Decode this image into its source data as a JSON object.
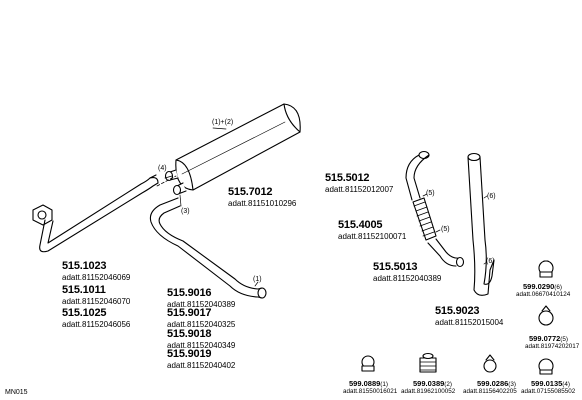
{
  "diagram_code": "MN015",
  "callouts": {
    "c1_2": "(1)+(2)",
    "c4": "(4)",
    "c3": "(3)",
    "c1": "(1)",
    "c5a": "(5)",
    "c5b": "(5)",
    "c6a": "(6)",
    "c6b": "(6)"
  },
  "parts": [
    {
      "id": "p5157012",
      "number": "515.7012",
      "adatt": "adatt.81151010296"
    },
    {
      "id": "p5151023",
      "number": "515.1023",
      "adatt": "adatt.81152046069"
    },
    {
      "id": "p5151011",
      "number": "515.1011",
      "adatt": "adatt.81152046070"
    },
    {
      "id": "p5151025",
      "number": "515.1025",
      "adatt": "adatt.81152046056"
    },
    {
      "id": "p5159016",
      "number": "515.9016",
      "adatt": "adatt.81152040389"
    },
    {
      "id": "p5159017",
      "number": "515.9017",
      "adatt": "adatt.81152040325"
    },
    {
      "id": "p5159018",
      "number": "515.9018",
      "adatt": "adatt.81152040349"
    },
    {
      "id": "p5159019",
      "number": "515.9019",
      "adatt": "adatt.81152040402"
    },
    {
      "id": "p5155012",
      "number": "515.5012",
      "adatt": "adatt.81152012007"
    },
    {
      "id": "p5154005",
      "number": "515.4005",
      "adatt": "adatt.81152100071"
    },
    {
      "id": "p5155013",
      "number": "515.5013",
      "adatt": "adatt.81152040389"
    },
    {
      "id": "p5159023",
      "number": "515.9023",
      "adatt": "adatt.81152015004"
    }
  ],
  "small_parts": [
    {
      "id": "s5990290",
      "number": "599.0290",
      "callout": "(6)",
      "adatt": "adatt.06670410124"
    },
    {
      "id": "s5990772",
      "number": "599.0772",
      "callout": "(5)",
      "adatt": "adatt.81974202017"
    },
    {
      "id": "s5990889",
      "number": "599.0889",
      "callout": "(1)",
      "adatt": "adatt.81550016021"
    },
    {
      "id": "s5990389",
      "number": "599.0389",
      "callout": "(2)",
      "adatt": "adatt.81962100052"
    },
    {
      "id": "s5990286",
      "number": "599.0286",
      "callout": "(3)",
      "adatt": "adatt.81156402205"
    },
    {
      "id": "s5990135",
      "number": "599.0135",
      "callout": "(4)",
      "adatt": "adatt.07155085502"
    }
  ]
}
